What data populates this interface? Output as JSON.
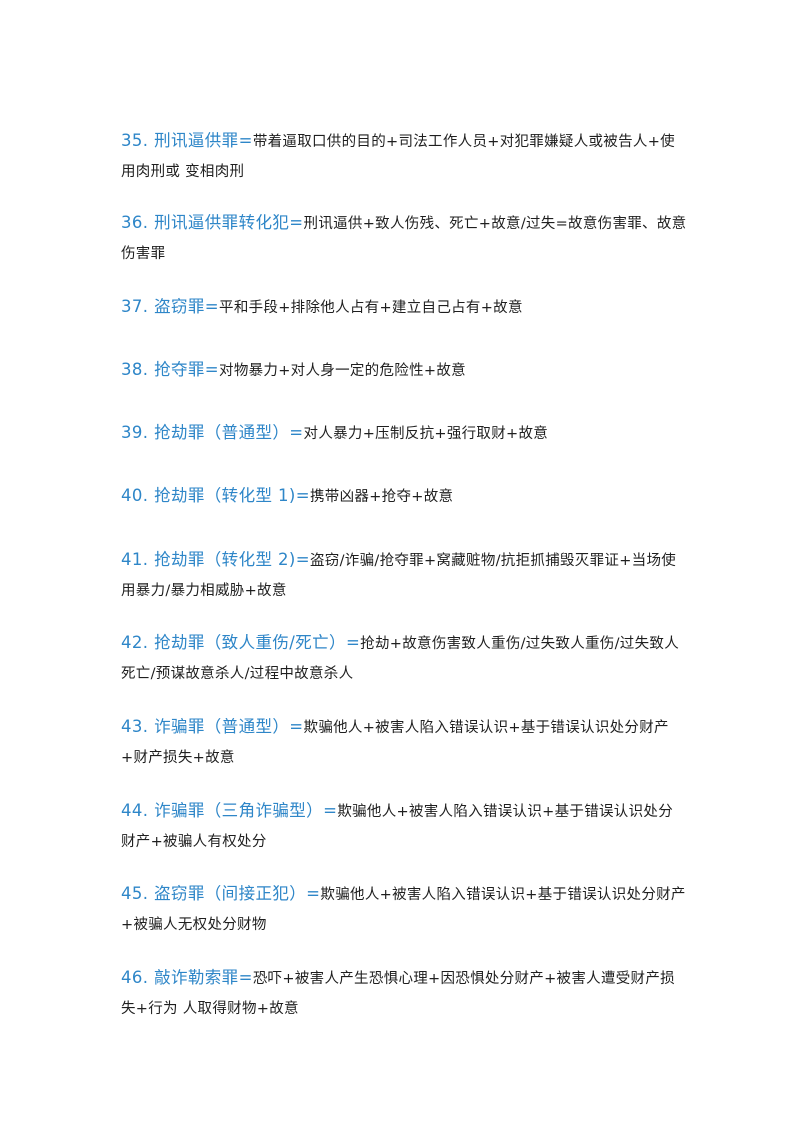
{
  "entries": [
    {
      "term": "35. 刑讯逼供罪=",
      "def": "带着逼取口供的目的+司法工作人员+对犯罪嫌疑人或被告人+使用肉刑或 变相肉刑"
    },
    {
      "term": "36. 刑讯逼供罪转化犯=",
      "def": "刑讯逼供+致人伤残、死亡+故意/过失=故意伤害罪、故意伤害罪"
    },
    {
      "term": "37. 盗窃罪=",
      "def": "平和手段+排除他人占有+建立自己占有+故意"
    },
    {
      "term": "38. 抢夺罪=",
      "def": "对物暴力+对人身一定的危险性+故意"
    },
    {
      "term": "39. 抢劫罪（普通型）=",
      "def": "对人暴力+压制反抗+强行取财+故意"
    },
    {
      "term": "40. 抢劫罪（转化型 1)=",
      "def": "携带凶器+抢夺+故意"
    },
    {
      "term": "41. 抢劫罪（转化型 2)=",
      "def": "盗窃/诈骗/抢夺罪+窝藏赃物/抗拒抓捕毁灭罪证+当场使用暴力/暴力相威胁+故意"
    },
    {
      "term": "42. 抢劫罪（致人重伤/死亡）=",
      "def": "抢劫+故意伤害致人重伤/过失致人重伤/过失致人死亡/预谋故意杀人/过程中故意杀人"
    },
    {
      "term": "43. 诈骗罪（普通型）=",
      "def": "欺骗他人+被害人陷入错误认识+基于错误认识处分财产+财产损失+故意"
    },
    {
      "term": "44. 诈骗罪（三角诈骗型）=",
      "def": "欺骗他人+被害人陷入错误认识+基于错误认识处分财产+被骗人有权处分"
    },
    {
      "term": "45. 盗窃罪（间接正犯）=",
      "def": "欺骗他人+被害人陷入错误认识+基于错误认识处分财产+被骗人无权处分财物"
    },
    {
      "term": "46. 敲诈勒索罪=",
      "def": "恐吓+被害人产生恐惧心理+因恐惧处分财产+被害人遭受财产损失+行为 人取得财物+故意"
    }
  ]
}
